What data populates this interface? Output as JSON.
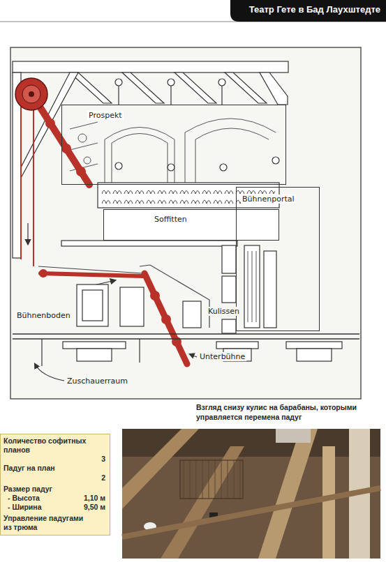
{
  "diagram": {
    "title": "Театр Гете в Бад Лаухштедте",
    "caption": "Взгляд снизу кулис на барабаны, которыми управляется перемена падуг",
    "nodes": [
      {
        "text": [
          "Prospekt"
        ]
      },
      {
        "text": [
          "Soffitten"
        ]
      },
      {
        "text": [
          "Bühnenportal"
        ]
      },
      {
        "text": [
          "Количество софитных планов",
          "3",
          "Падуг на план",
          "2",
          "Размер падуг",
          "- Высота",
          "1,10 м",
          "- Ширина",
          "9,50 м",
          "Управление падугами из трюма"
        ]
      }
    ],
    "labels": [
      "Bühnenboden",
      "Kulissen",
      "Unterbühne",
      "Zuschauerraum"
    ]
  }
}
